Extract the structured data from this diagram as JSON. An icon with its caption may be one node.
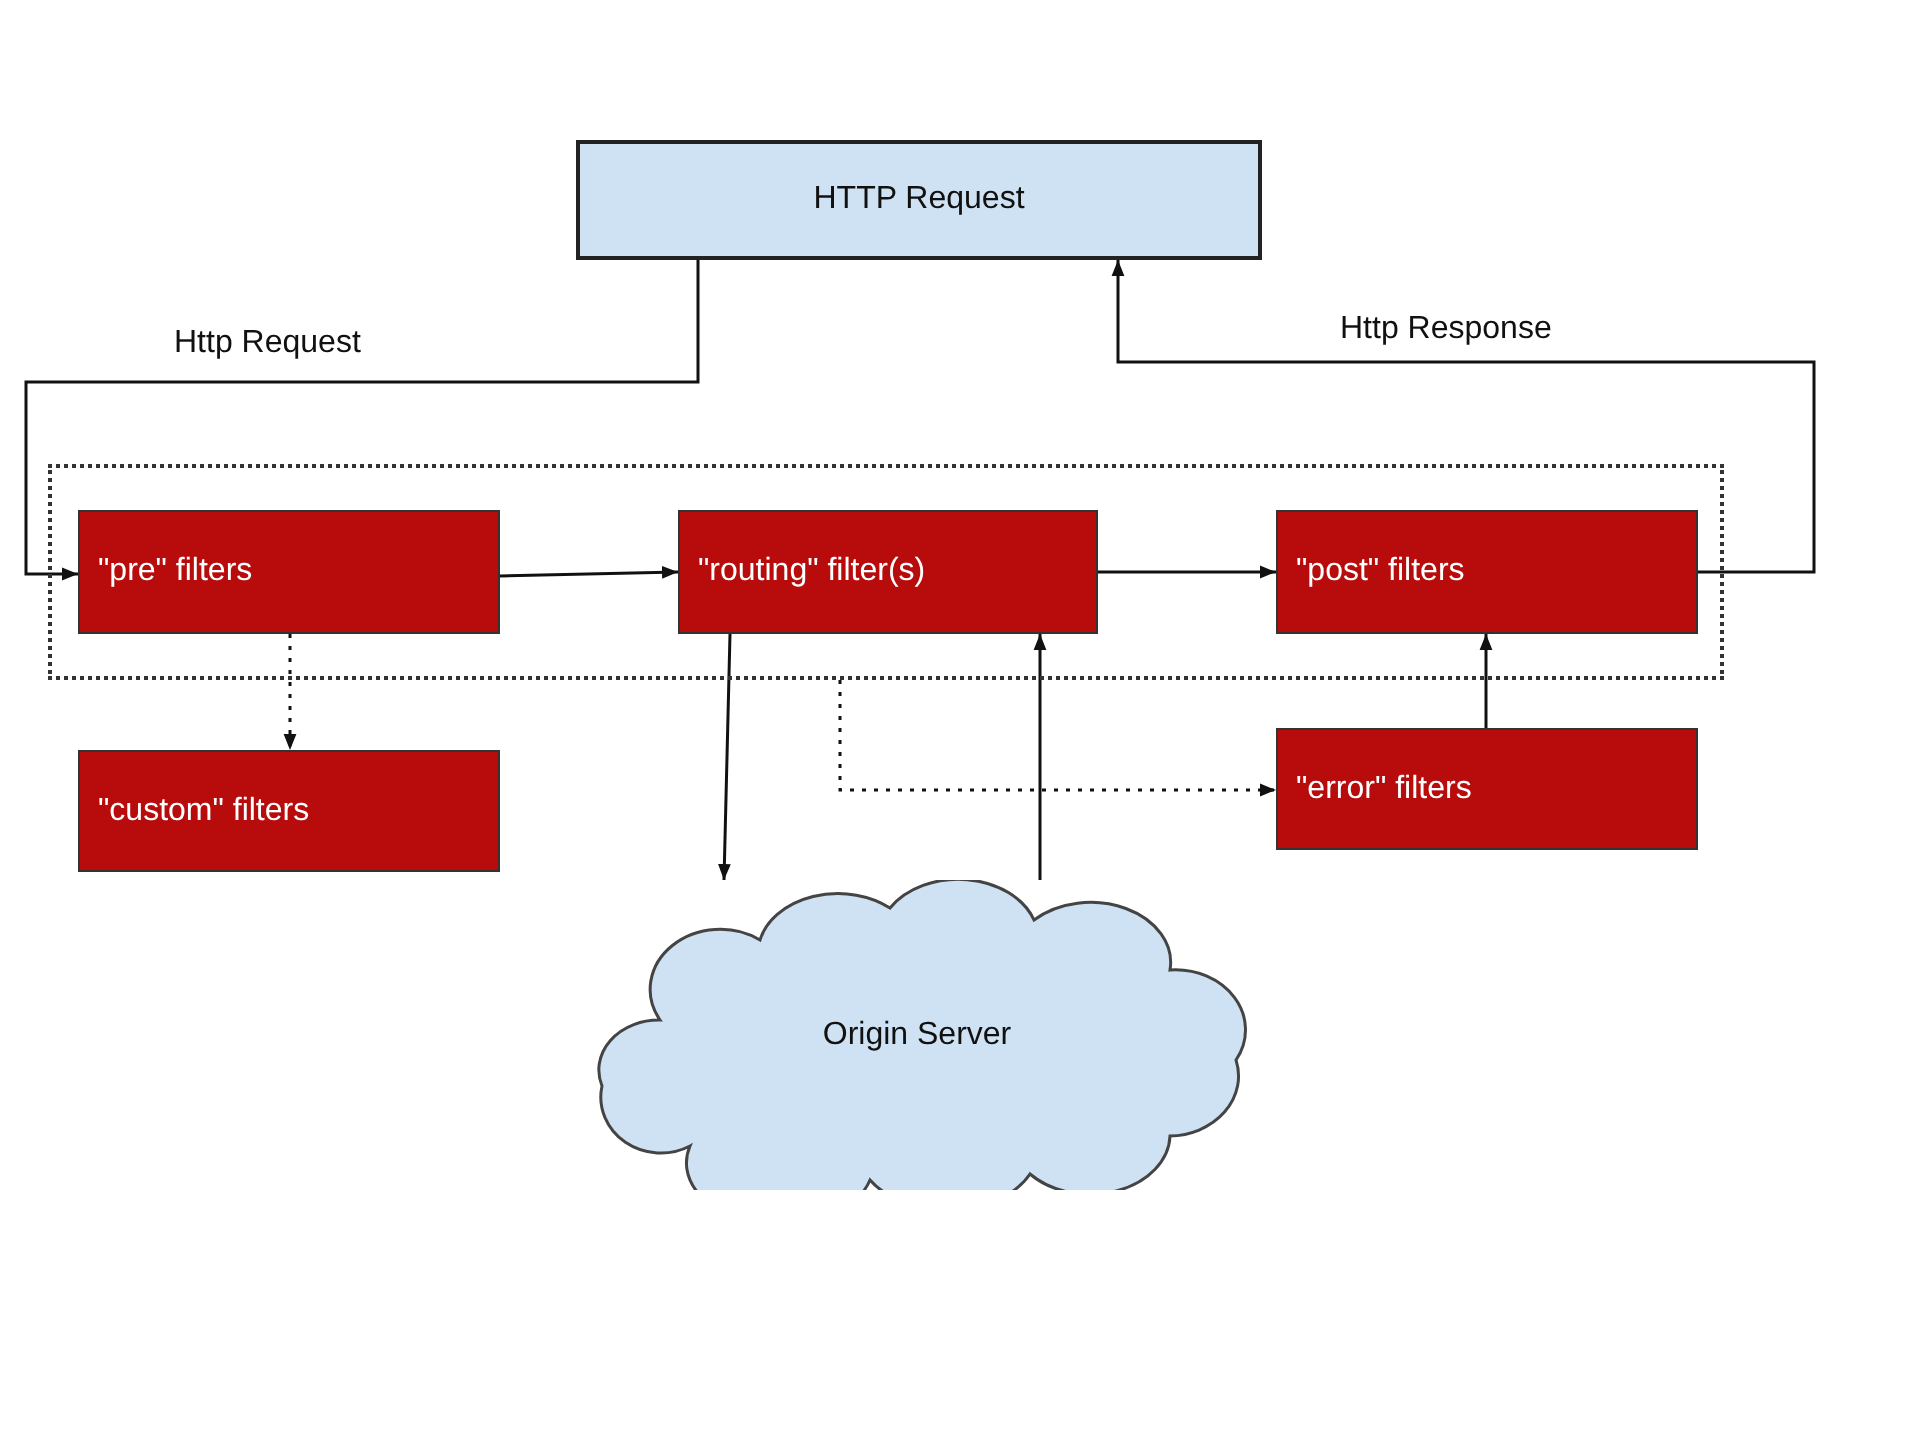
{
  "diagram": {
    "nodes": [
      {
        "text": [
          "HTTP Request"
        ]
      },
      {
        "text": [],
        "shape": "box"
      },
      {
        "text": [
          "\"pre\" filters"
        ],
        "in": 1
      },
      {
        "text": [
          "\"routing\" filter(s)"
        ],
        "in": 1
      },
      {
        "text": [
          "\"post\" filters"
        ],
        "in": 1
      },
      {
        "text": [
          "\"custom\" filters"
        ]
      },
      {
        "text": [
          "\"error\" filters"
        ]
      },
      {
        "text": [
          "Origin Server"
        ]
      }
    ],
    "edges": [
      {
        "from": 0,
        "to": 2,
        "arrow": "to",
        "label": "Http Request"
      },
      {
        "from": 2,
        "to": 3,
        "arrow": "to"
      },
      {
        "from": 3,
        "to": 4,
        "arrow": "to"
      },
      {
        "from": 4,
        "to": 0,
        "arrow": "to",
        "label": "Http Response"
      },
      {
        "from": 2,
        "to": 5,
        "arrow": "to",
        "style": "dashed"
      },
      {
        "from": 3,
        "to": 7,
        "arrow": "to"
      },
      {
        "from": 7,
        "to": 3,
        "arrow": "to"
      },
      {
        "from": 1,
        "to": 6,
        "arrow": "to",
        "style": "dashed"
      },
      {
        "from": 6,
        "to": 4,
        "arrow": "to"
      }
    ]
  }
}
